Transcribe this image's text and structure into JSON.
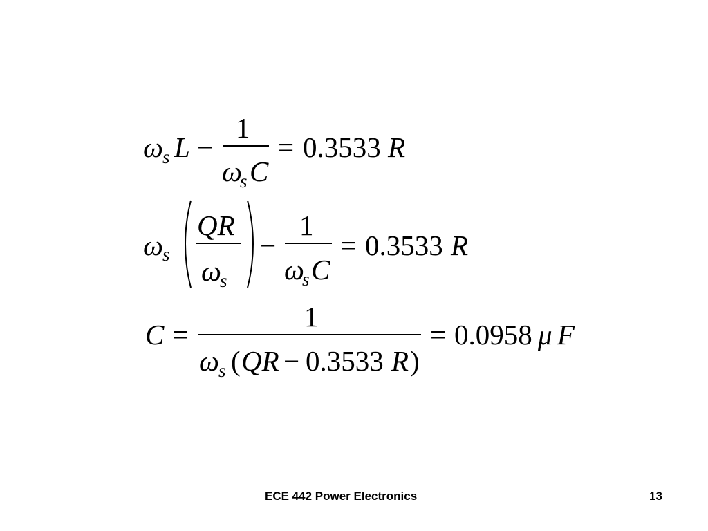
{
  "equations": {
    "eq1": {
      "omega": "ω",
      "sub_s": "s",
      "L": "L",
      "minus": "−",
      "num": "1",
      "den_omega": "ω",
      "den_sub": "s",
      "den_C": "C",
      "equals": "=",
      "rhs_value": "0.3533",
      "rhs_R": "R"
    },
    "eq2": {
      "omega": "ω",
      "sub_s": "s",
      "paren_num": "QR",
      "paren_den_omega": "ω",
      "paren_den_sub": "s",
      "minus": "−",
      "num": "1",
      "den_omega": "ω",
      "den_sub": "s",
      "den_C": "C",
      "equals": "=",
      "rhs_value": "0.3533",
      "rhs_R": "R"
    },
    "eq3": {
      "C": "C",
      "equals1": "=",
      "num": "1",
      "den_omega": "ω",
      "den_sub": "s",
      "den_open": "(",
      "den_QR": "QR",
      "den_minus": "−",
      "den_value": "0.3533",
      "den_R": "R",
      "den_close": ")",
      "equals2": "=",
      "rhs_value": "0.0958",
      "rhs_mu": "μ",
      "rhs_F": "F"
    }
  },
  "footer": {
    "title": "ECE 442 Power Electronics",
    "page_number": "13"
  }
}
